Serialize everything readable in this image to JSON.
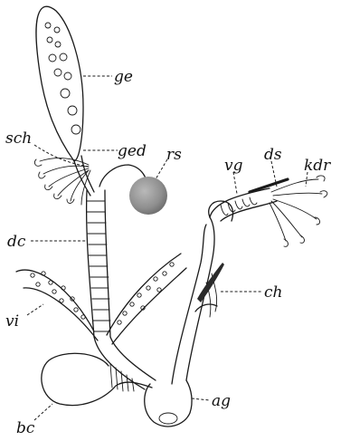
{
  "labels": {
    "ge": "ge",
    "ged": "ged",
    "sch": "sch",
    "rs": "rs",
    "vg": "vg",
    "ds": "ds",
    "kdr": "kdr",
    "dc": "dc",
    "vi": "vi",
    "ch": "ch",
    "ag": "ag",
    "bc": "bc"
  }
}
